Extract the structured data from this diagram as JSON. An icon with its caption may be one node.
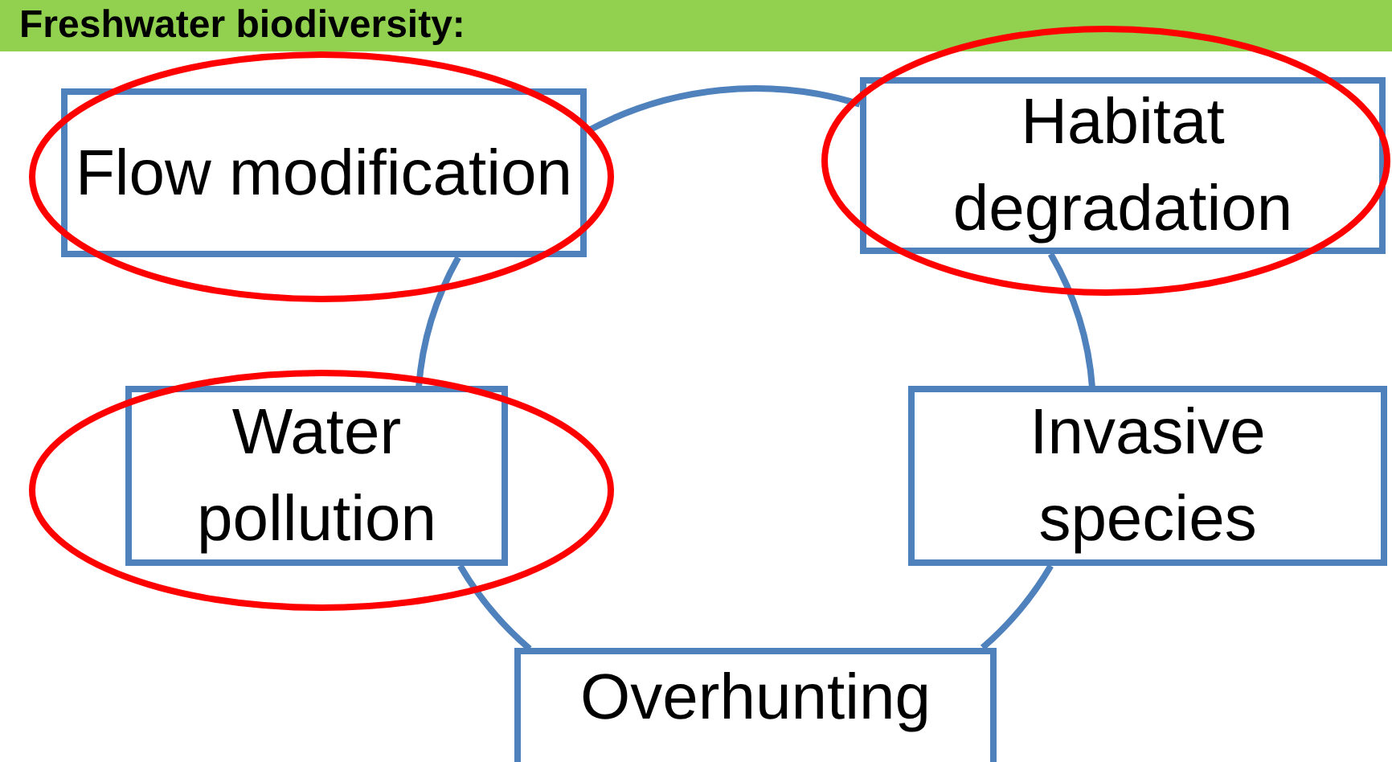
{
  "diagram": {
    "title": "Freshwater biodiversity:",
    "nodes": [
      {
        "text": [
          "Flow modification"
        ]
      },
      {
        "text": [
          "Habitat degradation"
        ]
      },
      {
        "text": [
          "Water pollution"
        ]
      },
      {
        "text": [
          "Invasive species"
        ]
      },
      {
        "text": [
          "Overhunting"
        ]
      }
    ],
    "edges": [
      {
        "from": 0,
        "to": 1,
        "arrow": "none"
      },
      {
        "from": 1,
        "to": 3,
        "arrow": "none"
      },
      {
        "from": 3,
        "to": 4,
        "arrow": "none"
      },
      {
        "from": 4,
        "to": 2,
        "arrow": "none"
      },
      {
        "from": 2,
        "to": 0,
        "arrow": "none"
      }
    ]
  }
}
